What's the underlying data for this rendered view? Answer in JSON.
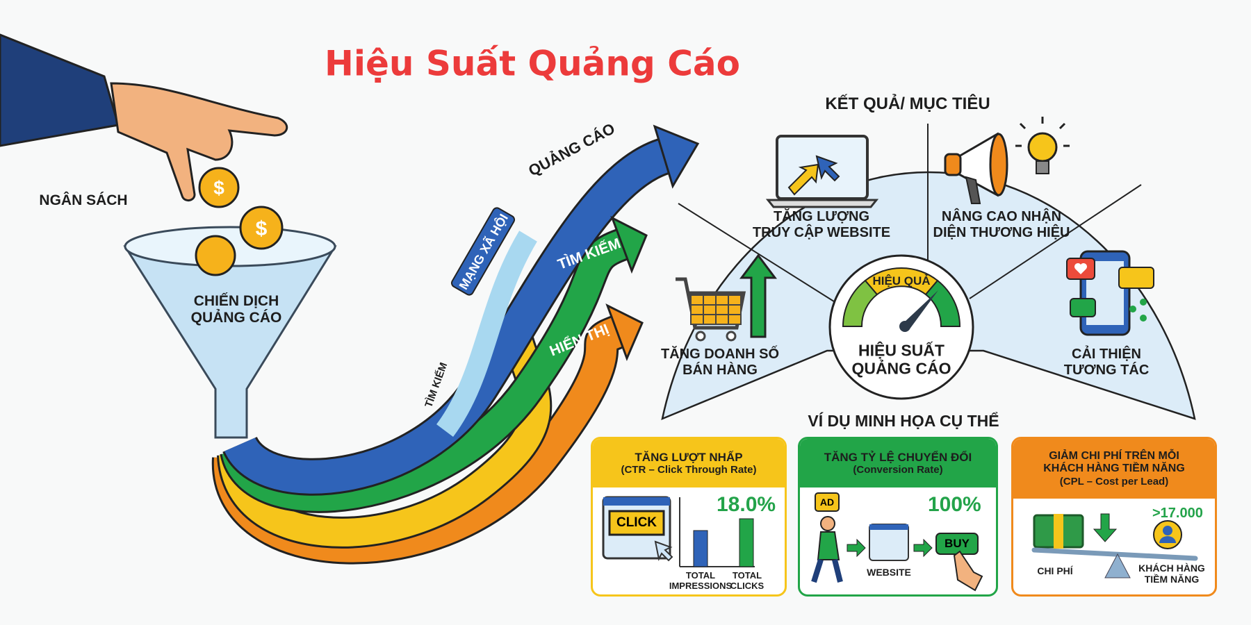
{
  "title": "Hiệu Suất Quảng Cáo",
  "left": {
    "budget_label": "NGÂN SÁCH",
    "funnel_label": [
      "CHIẾN DỊCH",
      "QUẢNG CÁO"
    ],
    "coin_symbol": "$"
  },
  "channels": {
    "ads": "QUẢNG CÁO",
    "social": "MẠNG XÃ HỘI",
    "search": "TÌM KIẾM",
    "search_small": "TÌM KIẾM",
    "display": "HIỂN THỊ"
  },
  "results": {
    "heading": "KẾT QUẢ/ MỤC TIÊU",
    "traffic": [
      "TĂNG LƯỢNG",
      "TRUY CẬP WEBSITE"
    ],
    "brand": [
      "NÂNG CAO NHẬN",
      "DIỆN THƯƠNG HIỆU"
    ],
    "sales": [
      "TĂNG DOANH SỐ",
      "BÁN HÀNG"
    ],
    "engagement": [
      "CẢI THIỆN",
      "TƯƠNG TÁC"
    ],
    "gauge_label": "HIỆU QUẢ",
    "center": [
      "HIỆU SUẤT",
      "QUẢNG CÁO"
    ]
  },
  "examples": {
    "heading": "VÍ DỤ MINH HỌA CỤ THỂ",
    "ctr": {
      "title": "TĂNG LƯỢT NHẤP",
      "subtitle": "(CTR – Click Through Rate)",
      "value": "18.0%",
      "button": "CLICK",
      "bar_labels": [
        [
          "TOTAL",
          "IMPRESSIONS"
        ],
        [
          "TOTAL",
          "CLICKS"
        ]
      ],
      "color": "#f6c51b"
    },
    "conversion": {
      "title": "TĂNG TỶ LỆ CHUYỂN ĐỔI",
      "subtitle": "(Conversion Rate)",
      "value": "100%",
      "ad_tag": "AD",
      "website": "WEBSITE",
      "buy": "BUY",
      "color": "#22a548"
    },
    "cpl": {
      "title": [
        "GIẢM CHI PHÍ TRÊN MỖI",
        "KHÁCH HÀNG TIỀM NĂNG"
      ],
      "subtitle": "(CPL – Cost per Lead)",
      "value": ">17.000",
      "cost": "CHI PHÍ",
      "leads": [
        "KHÁCH HÀNG",
        "TIỀM NĂNG"
      ],
      "color": "#f08a1c"
    }
  },
  "colors": {
    "title": "#ec3b3b",
    "blue": "#2f63b8",
    "green": "#22a548",
    "yellow": "#f6c51b",
    "orange": "#f08a1c",
    "fan": "#dcecf8"
  }
}
